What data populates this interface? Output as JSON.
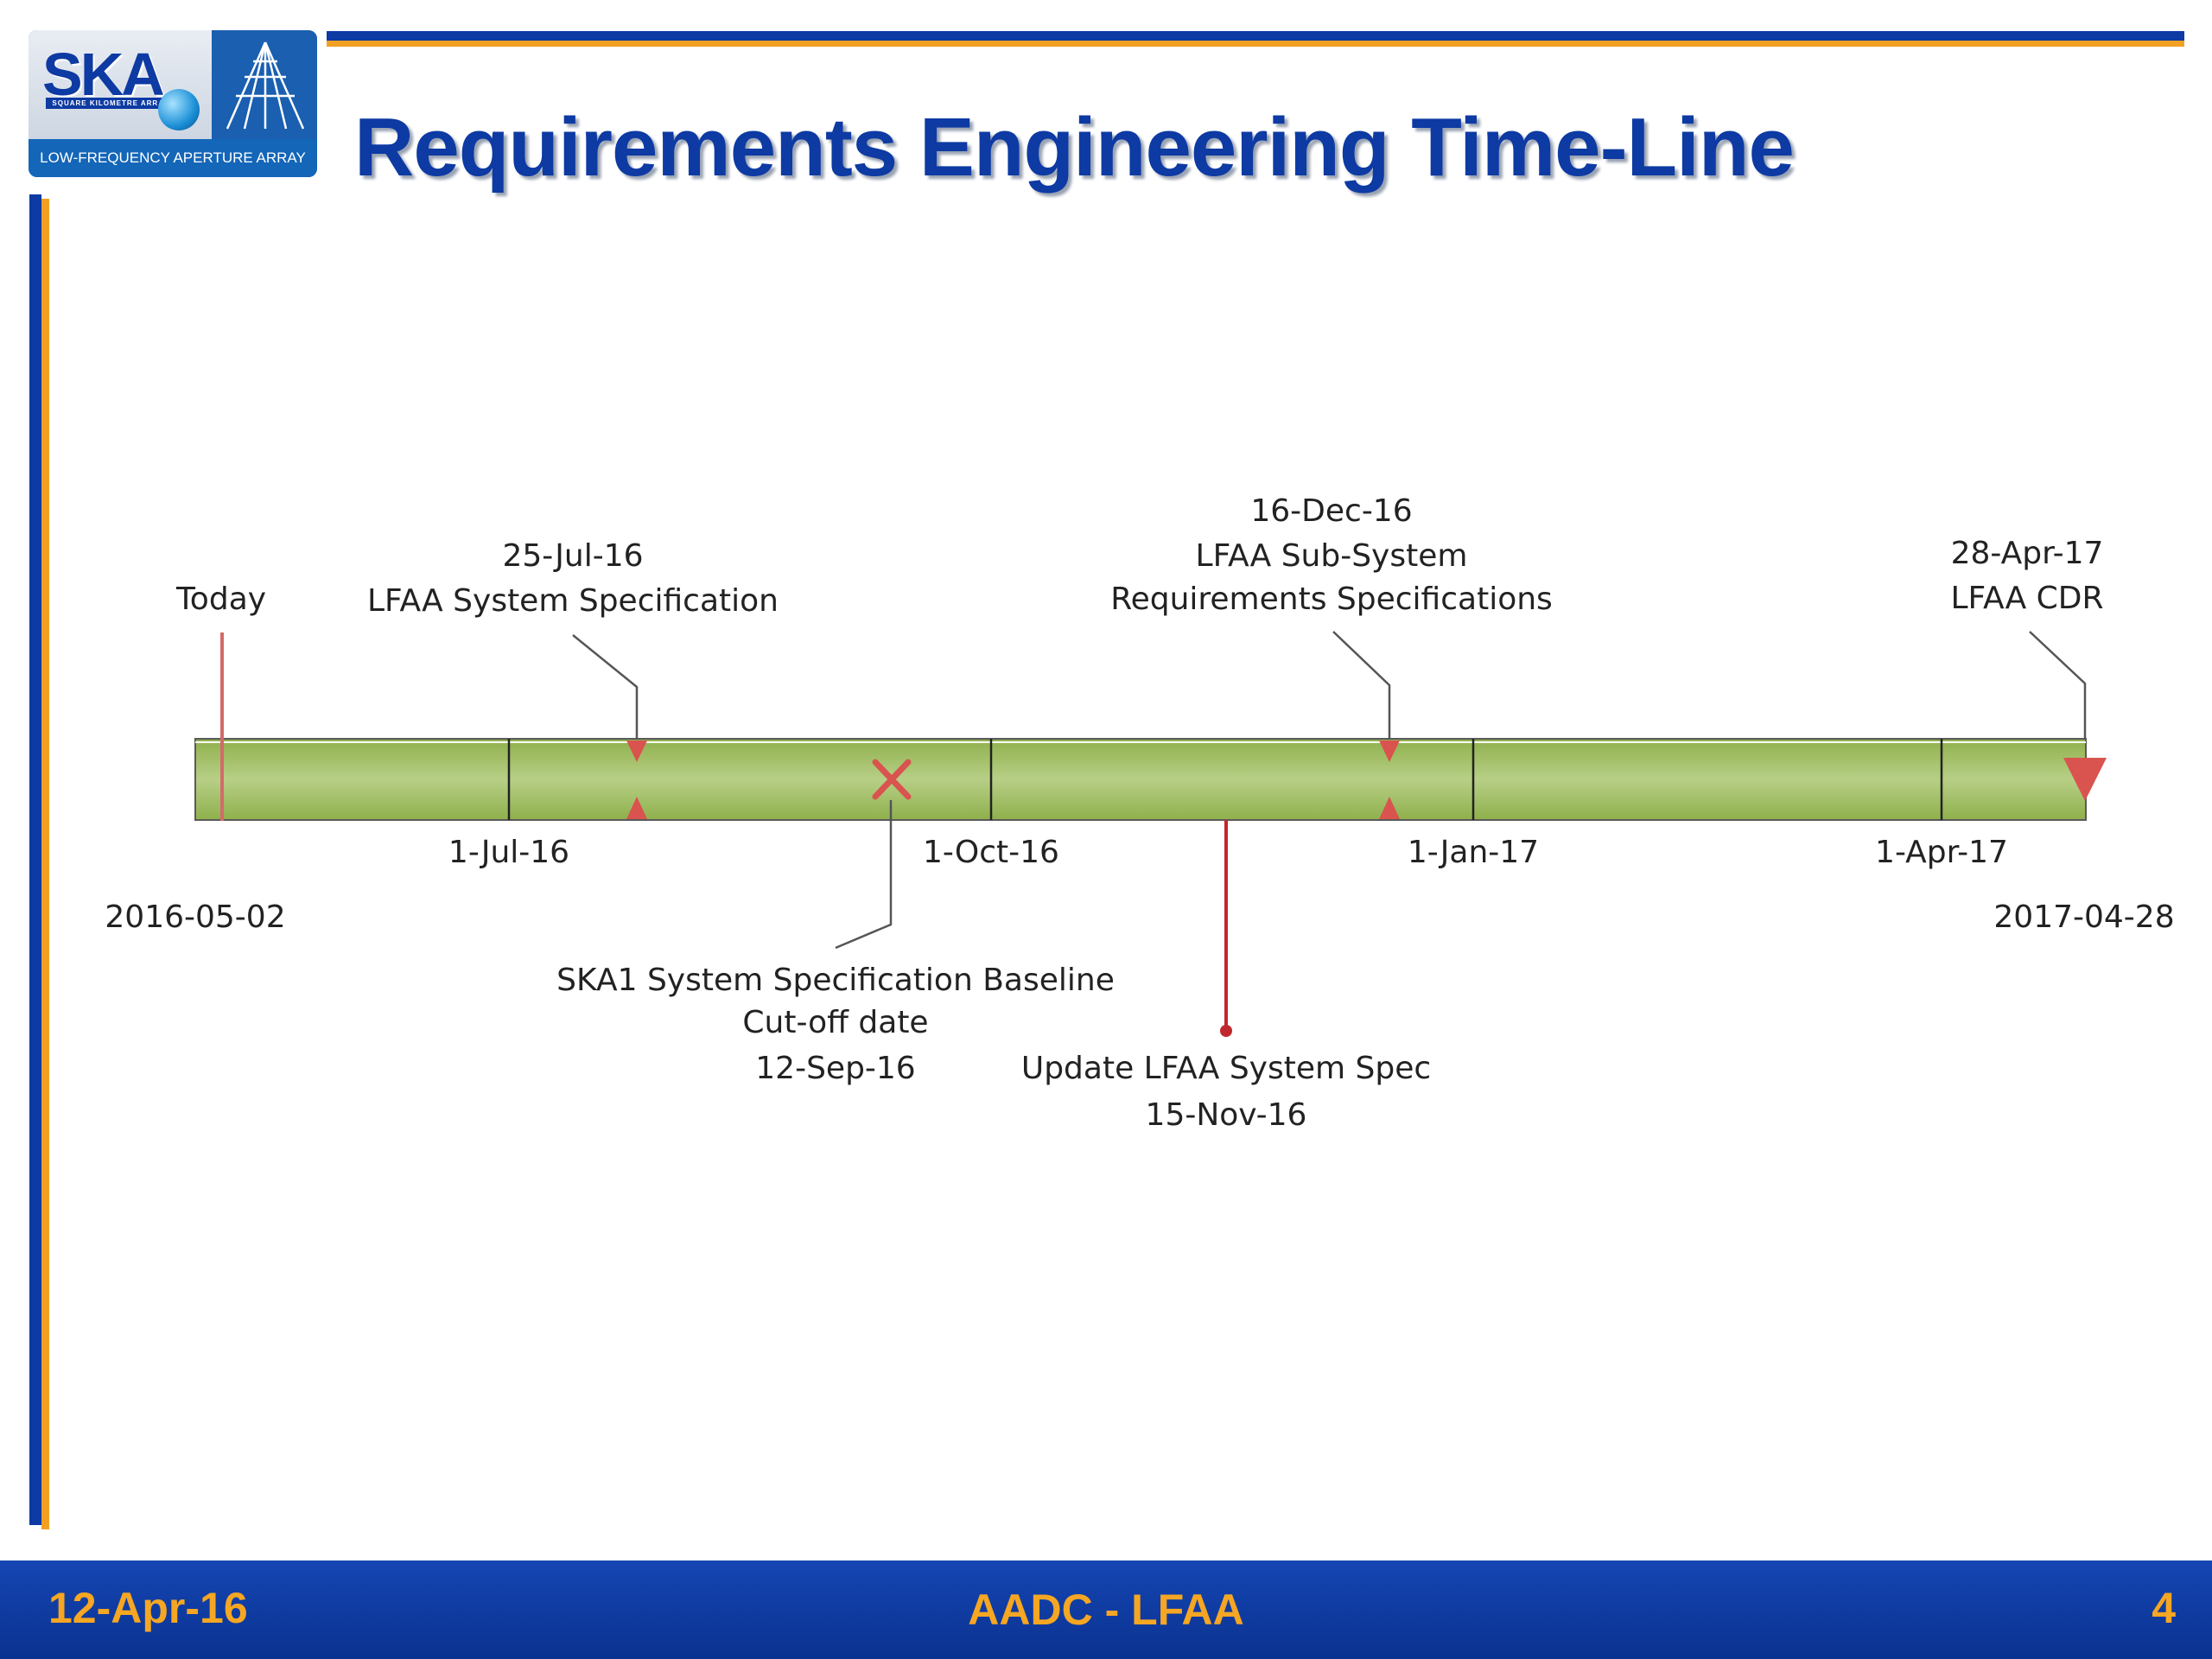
{
  "slide": {
    "title": "Requirements Engineering Time-Line",
    "logo": {
      "name": "SKA",
      "tagline": "SQUARE KILOMETRE ARRAY",
      "subtitle": "LOW-FREQUENCY APERTURE ARRAY"
    },
    "colors": {
      "primary_blue": "#0d3aa3",
      "accent_orange": "#f2a021",
      "bar_green": "#9bbb59",
      "marker_red": "#c0504d"
    }
  },
  "timeline": {
    "start_label": "2016-05-02",
    "end_label": "2017-04-28",
    "ticks": [
      "1-Jul-16",
      "1-Oct-16",
      "1-Jan-17",
      "1-Apr-17"
    ],
    "today": {
      "label": "Today"
    },
    "milestones": [
      {
        "date": "25-Jul-16",
        "text": "LFAA System Specification"
      },
      {
        "date": "16-Dec-16",
        "line1": "LFAA Sub-System",
        "line2": "Requirements Specifications"
      },
      {
        "date": "28-Apr-17",
        "text": "LFAA CDR"
      }
    ],
    "cutoff": {
      "line1": "SKA1 System Specification Baseline",
      "line2": "Cut-off date",
      "date": "12-Sep-16"
    },
    "update": {
      "text": "Update LFAA System Spec",
      "date": "15-Nov-16"
    }
  },
  "footer": {
    "date": "12-Apr-16",
    "center": "AADC - LFAA",
    "page": "4"
  }
}
